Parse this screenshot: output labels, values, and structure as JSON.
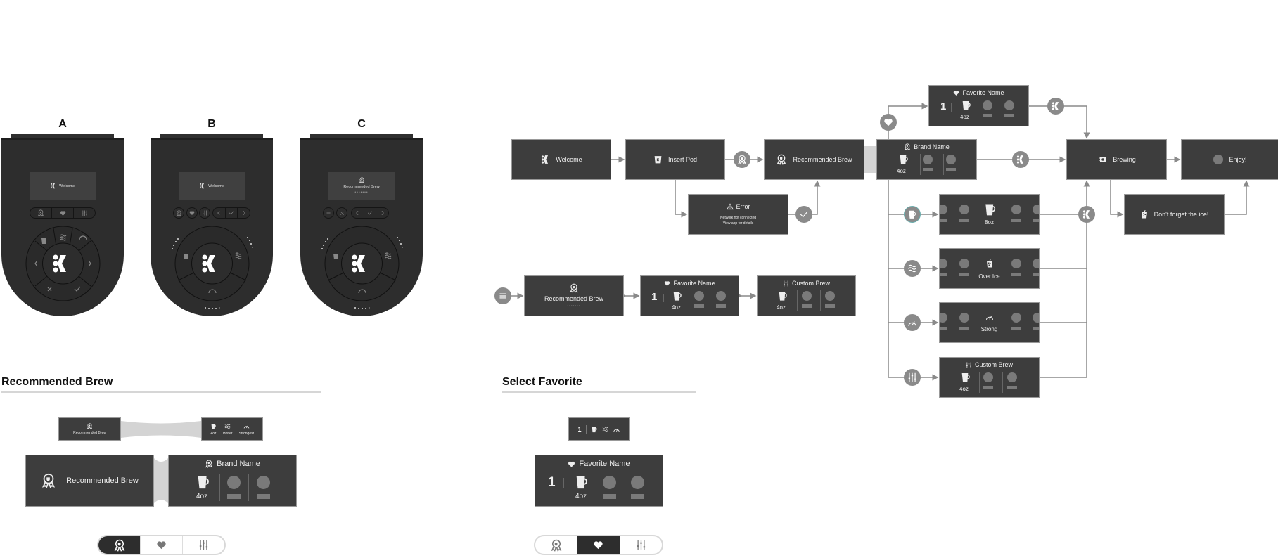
{
  "devices": [
    {
      "label": "A",
      "screen_text": "Welcome"
    },
    {
      "label": "B",
      "screen_text": "Welcome"
    },
    {
      "label": "C",
      "screen_text": "Recommended Brew"
    }
  ],
  "flow": {
    "welcome": "Welcome",
    "insert_pod": "Insert Pod",
    "recommended_brew": "Recommended Brew",
    "brand_name": "Brand Name",
    "brand_size": "4oz",
    "error_title": "Error",
    "error_line1": "Network not connected",
    "error_line2": "View app for details",
    "favorite_name": "Favorite Name",
    "favorite_number": "1",
    "favorite_size": "4oz",
    "brewing": "Brewing",
    "enjoy": "Enjoy!",
    "ice_reminder": "Don't forget the ice!",
    "size_option": "8oz",
    "over_ice": "Over Ice",
    "strong": "Strong",
    "custom_brew": "Custom Brew",
    "custom_size": "4oz"
  },
  "menu_row": {
    "recommended_brew": "Recommended Brew",
    "favorite_name": "Favorite Name",
    "favorite_number": "1",
    "favorite_size": "4oz",
    "custom_brew": "Custom Brew",
    "custom_size": "4oz"
  },
  "section_recommended": {
    "title": "Recommended Brew",
    "small_label": "Recommended Brew",
    "small_size": "4oz",
    "small_temp": "Hotter",
    "small_strength": "Strongest",
    "large_label": "Recommended Brew",
    "brand_name": "Brand Name",
    "size": "4oz"
  },
  "section_favorite": {
    "title": "Select Favorite",
    "small_number": "1",
    "favorite_name": "Favorite Name",
    "number": "1",
    "size": "4oz"
  }
}
